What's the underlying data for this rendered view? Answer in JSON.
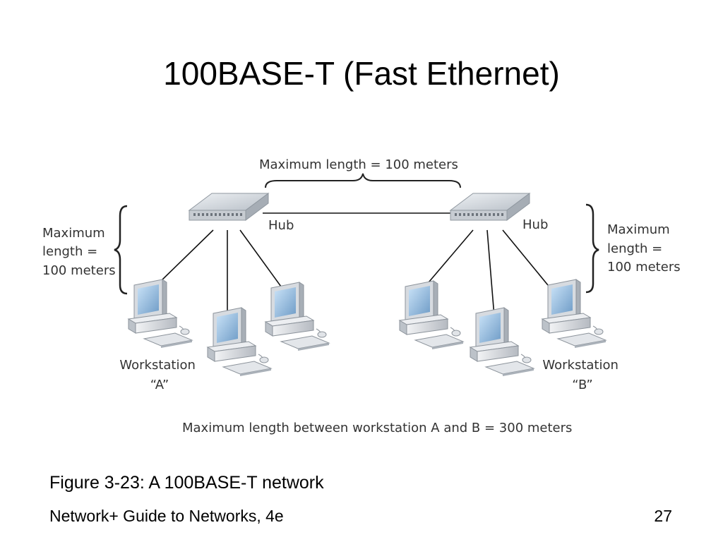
{
  "slide": {
    "title": "100BASE-T (Fast Ethernet)",
    "caption": "Figure 3-23: A 100BASE-T network",
    "footer": "Network+ Guide to Networks, 4e",
    "page_number": "27"
  },
  "diagram": {
    "top_span_label": "Maximum length = 100 meters",
    "left_span_label": [
      "Maximum",
      "length =",
      "100 meters"
    ],
    "right_span_label": [
      "Maximum",
      "length =",
      "100 meters"
    ],
    "hub_left_label": "Hub",
    "hub_right_label": "Hub",
    "workstation_a_label": [
      "Workstation",
      "“A”"
    ],
    "workstation_b_label": [
      "Workstation",
      "“B”"
    ],
    "bottom_label": "Maximum length between workstation A and B = 300 meters"
  }
}
